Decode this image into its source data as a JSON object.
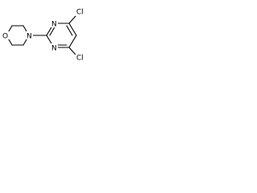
{
  "molecule": {
    "atoms": {
      "oxygen": "O",
      "morpholine_nitrogen": "N",
      "ring_nitrogen_top": "N",
      "ring_nitrogen_bottom": "N",
      "chlorine_top": "Cl",
      "chlorine_bottom": "Cl"
    }
  }
}
